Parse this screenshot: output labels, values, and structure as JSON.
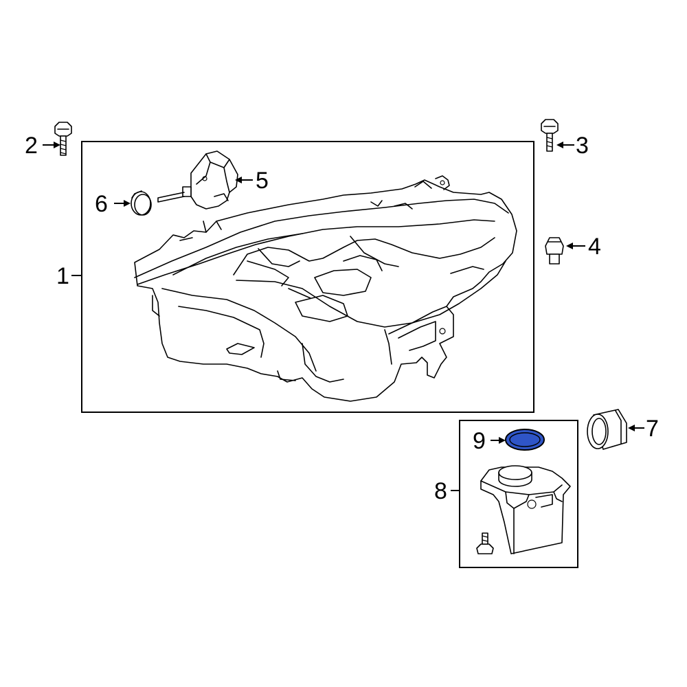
{
  "callouts": {
    "c1": "1",
    "c2": "2",
    "c3": "3",
    "c4": "4",
    "c5": "5",
    "c6": "6",
    "c7": "7",
    "c8": "8",
    "c9": "9"
  },
  "colors": {
    "line": "#000000",
    "background": "#ffffff",
    "highlight_fill": "#2f55c7",
    "highlight_stroke": "#000000"
  },
  "highlighted_part": "9"
}
